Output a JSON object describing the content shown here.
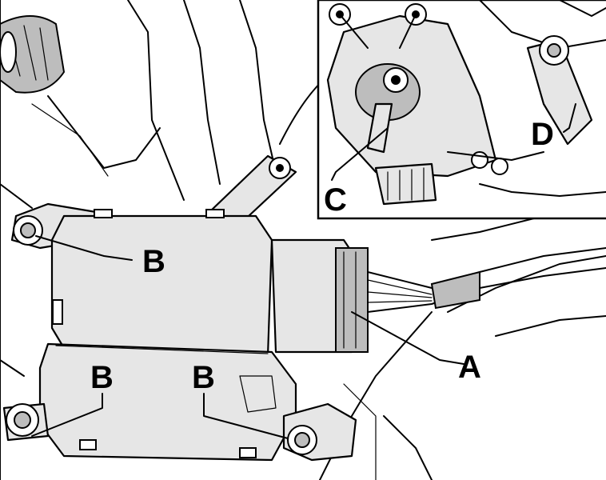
{
  "labels": {
    "a": "A",
    "b1": "B",
    "b2": "B",
    "b3": "B",
    "c": "C",
    "d": "D"
  }
}
